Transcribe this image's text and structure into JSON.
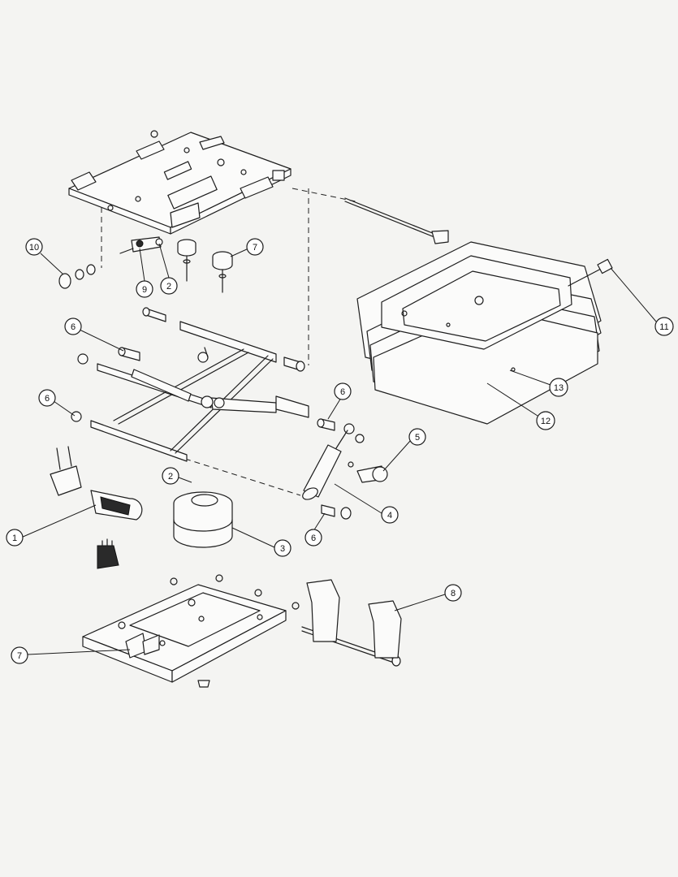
{
  "callouts": [
    {
      "label": "1"
    },
    {
      "label": "2"
    },
    {
      "label": "2"
    },
    {
      "label": "3"
    },
    {
      "label": "4"
    },
    {
      "label": "5"
    },
    {
      "label": "6"
    },
    {
      "label": "6"
    },
    {
      "label": "6"
    },
    {
      "label": "6"
    },
    {
      "label": "7"
    },
    {
      "label": "7"
    },
    {
      "label": "8"
    },
    {
      "label": "9"
    },
    {
      "label": "10"
    },
    {
      "label": "11"
    },
    {
      "label": "12"
    },
    {
      "label": "13"
    }
  ]
}
